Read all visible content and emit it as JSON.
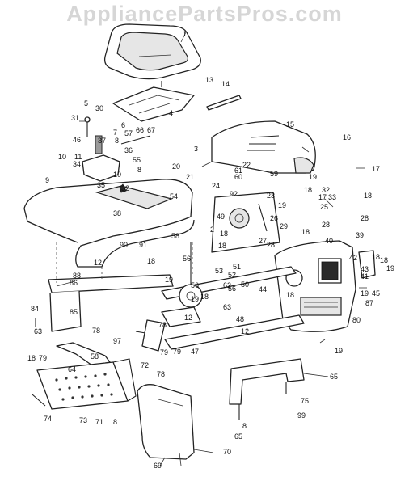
{
  "watermark": "AppliancePartsPros.com",
  "callouts": [
    {
      "id": "c1",
      "text": "1"
    },
    {
      "id": "c13",
      "text": "13"
    },
    {
      "id": "c14",
      "text": "14"
    },
    {
      "id": "c5",
      "text": "5"
    },
    {
      "id": "c30",
      "text": "30"
    },
    {
      "id": "c31",
      "text": "31"
    },
    {
      "id": "c6",
      "text": "6"
    },
    {
      "id": "c4",
      "text": "4"
    },
    {
      "id": "c7",
      "text": "7"
    },
    {
      "id": "c66",
      "text": "66"
    },
    {
      "id": "c67",
      "text": "67"
    },
    {
      "id": "c46",
      "text": "46"
    },
    {
      "id": "c37",
      "text": "37"
    },
    {
      "id": "c8a",
      "text": "8"
    },
    {
      "id": "c57",
      "text": "57"
    },
    {
      "id": "c36",
      "text": "36"
    },
    {
      "id": "c15",
      "text": "15"
    },
    {
      "id": "c16",
      "text": "16"
    },
    {
      "id": "c17a",
      "text": "17"
    },
    {
      "id": "c3",
      "text": "3"
    },
    {
      "id": "c10a",
      "text": "10"
    },
    {
      "id": "c11",
      "text": "11"
    },
    {
      "id": "c55",
      "text": "55"
    },
    {
      "id": "c34",
      "text": "34"
    },
    {
      "id": "c9",
      "text": "9"
    },
    {
      "id": "c10b",
      "text": "10"
    },
    {
      "id": "c8b",
      "text": "8"
    },
    {
      "id": "c20",
      "text": "20"
    },
    {
      "id": "c35",
      "text": "35"
    },
    {
      "id": "c21",
      "text": "21"
    },
    {
      "id": "c22",
      "text": "22"
    },
    {
      "id": "c61",
      "text": "61"
    },
    {
      "id": "c60",
      "text": "60"
    },
    {
      "id": "c59",
      "text": "59"
    },
    {
      "id": "c19a",
      "text": "19"
    },
    {
      "id": "c18a",
      "text": "18"
    },
    {
      "id": "c32a",
      "text": "32"
    },
    {
      "id": "c17b",
      "text": "17"
    },
    {
      "id": "c33",
      "text": "33"
    },
    {
      "id": "c18b",
      "text": "18"
    },
    {
      "id": "c32b",
      "text": "32"
    },
    {
      "id": "c54",
      "text": "54"
    },
    {
      "id": "c92",
      "text": "92"
    },
    {
      "id": "c24",
      "text": "24"
    },
    {
      "id": "c23",
      "text": "23"
    },
    {
      "id": "c25",
      "text": "25"
    },
    {
      "id": "c28a",
      "text": "28"
    },
    {
      "id": "c38",
      "text": "38"
    },
    {
      "id": "c49",
      "text": "49"
    },
    {
      "id": "c2",
      "text": "2"
    },
    {
      "id": "c18c",
      "text": "18"
    },
    {
      "id": "c19b",
      "text": "19"
    },
    {
      "id": "c26",
      "text": "26"
    },
    {
      "id": "c29",
      "text": "29"
    },
    {
      "id": "c18d",
      "text": "18"
    },
    {
      "id": "c28b",
      "text": "28"
    },
    {
      "id": "c39",
      "text": "39"
    },
    {
      "id": "c58a",
      "text": "58"
    },
    {
      "id": "c18e",
      "text": "18"
    },
    {
      "id": "c27",
      "text": "27"
    },
    {
      "id": "c28c",
      "text": "28"
    },
    {
      "id": "c40",
      "text": "40"
    },
    {
      "id": "c90",
      "text": "90"
    },
    {
      "id": "c91",
      "text": "91"
    },
    {
      "id": "c12a",
      "text": "12"
    },
    {
      "id": "c56a",
      "text": "56"
    },
    {
      "id": "c53",
      "text": "53"
    },
    {
      "id": "c52",
      "text": "52"
    },
    {
      "id": "c51",
      "text": "51"
    },
    {
      "id": "c42",
      "text": "42"
    },
    {
      "id": "c43",
      "text": "43"
    },
    {
      "id": "c18f",
      "text": "18"
    },
    {
      "id": "c18g",
      "text": "18"
    },
    {
      "id": "c19c",
      "text": "19"
    },
    {
      "id": "c41",
      "text": "41"
    },
    {
      "id": "c88",
      "text": "88"
    },
    {
      "id": "c18h",
      "text": "18"
    },
    {
      "id": "c19d",
      "text": "19"
    },
    {
      "id": "c56b",
      "text": "56"
    },
    {
      "id": "c19e",
      "text": "19"
    },
    {
      "id": "c18i",
      "text": "18"
    },
    {
      "id": "c62",
      "text": "62"
    },
    {
      "id": "c56c",
      "text": "56"
    },
    {
      "id": "c50",
      "text": "50"
    },
    {
      "id": "c44",
      "text": "44"
    },
    {
      "id": "c18j",
      "text": "18"
    },
    {
      "id": "c19f",
      "text": "19"
    },
    {
      "id": "c45",
      "text": "45"
    },
    {
      "id": "c87",
      "text": "87"
    },
    {
      "id": "c86",
      "text": "86"
    },
    {
      "id": "c85",
      "text": "85"
    },
    {
      "id": "c84",
      "text": "84"
    },
    {
      "id": "c63a",
      "text": "63"
    },
    {
      "id": "c78a",
      "text": "78"
    },
    {
      "id": "c78b",
      "text": "78"
    },
    {
      "id": "c12b",
      "text": "12"
    },
    {
      "id": "c63b",
      "text": "63"
    },
    {
      "id": "c48",
      "text": "48"
    },
    {
      "id": "c12c",
      "text": "12"
    },
    {
      "id": "c80",
      "text": "80"
    },
    {
      "id": "c97",
      "text": "97"
    },
    {
      "id": "c79a",
      "text": "79"
    },
    {
      "id": "c79b",
      "text": "79"
    },
    {
      "id": "c47",
      "text": "47"
    },
    {
      "id": "c19g",
      "text": "19"
    },
    {
      "id": "c18k",
      "text": "18"
    },
    {
      "id": "c79c",
      "text": "79"
    },
    {
      "id": "c58b",
      "text": "58"
    },
    {
      "id": "c72",
      "text": "72"
    },
    {
      "id": "c78c",
      "text": "78"
    },
    {
      "id": "c64",
      "text": "64"
    },
    {
      "id": "c65a",
      "text": "65"
    },
    {
      "id": "c75",
      "text": "75"
    },
    {
      "id": "c74",
      "text": "74"
    },
    {
      "id": "c73",
      "text": "73"
    },
    {
      "id": "c71",
      "text": "71"
    },
    {
      "id": "c8c",
      "text": "8"
    },
    {
      "id": "c65b",
      "text": "65"
    },
    {
      "id": "c8d",
      "text": "8"
    },
    {
      "id": "c99",
      "text": "99"
    },
    {
      "id": "c70",
      "text": "70"
    },
    {
      "id": "c69",
      "text": "69"
    }
  ]
}
